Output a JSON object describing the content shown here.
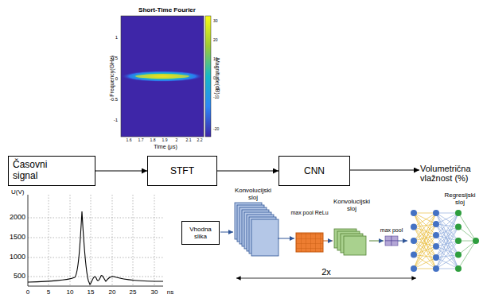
{
  "diagram": {
    "nodes": [
      {
        "text": [
          "Časovni signal"
        ]
      },
      {
        "text": [
          "STFT"
        ]
      },
      {
        "text": [
          "CNN"
        ]
      },
      {
        "text": [
          "Vhodna slika"
        ]
      }
    ],
    "edges": [
      {
        "from": 0,
        "to": 1,
        "arrow": "to"
      },
      {
        "from": 1,
        "to": 2,
        "arrow": "to"
      }
    ],
    "labels": [
      "Short-Time Fourier",
      "Frequency(GHz)",
      "Time (μs)",
      "Magnitude(dB)",
      "1",
      "0.5",
      "0",
      "-0.5",
      "-1",
      "1.6",
      "1.7",
      "1.8",
      "1.9",
      "2",
      "2.1",
      "2.2",
      "30",
      "20",
      "10",
      "0",
      "-10",
      "-20",
      "Volumetrična vlažnost (%)",
      "U(V)",
      "2000",
      "1500",
      "1000",
      "500",
      "0",
      "5",
      "10",
      "15",
      "20",
      "25",
      "30",
      "ns",
      "Konvolucijski sloj",
      "max pool ReLu",
      "Konvolucijski sloj",
      "max pool",
      "Regresijski sloj",
      "2x"
    ]
  }
}
